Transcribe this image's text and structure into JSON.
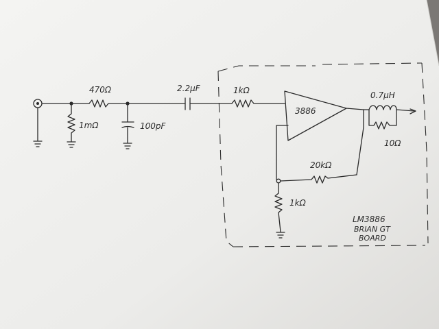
{
  "labels": {
    "r_series": "470Ω",
    "r_input": "1mΩ",
    "c_filter": "100pF",
    "c_coupling": "2.2µF",
    "r_amp_in": "1kΩ",
    "amp_chip": "3886",
    "inductor": "0.7µH",
    "r_output": "10Ω",
    "r_feedback": "20kΩ",
    "r_ground": "1kΩ",
    "board_line1": "LM3886",
    "board_line2": "BRIAN GT",
    "board_line3": "BOARD"
  }
}
